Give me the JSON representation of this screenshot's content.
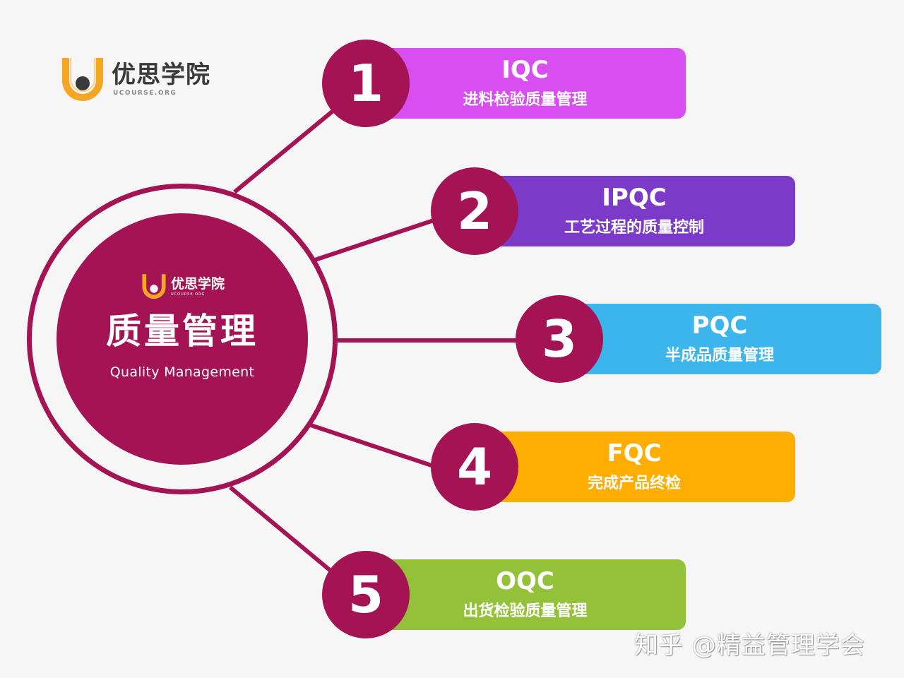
{
  "logo": {
    "name": "优思学院",
    "sub": "UCOURSE.ORG",
    "colors": {
      "u_mark": "#f5a623",
      "dot": "#3a3a3a"
    }
  },
  "center": {
    "brand_name": "优思学院",
    "brand_sub": "UCOURSE.ORG",
    "title": "质量管理",
    "subtitle": "Quality Management",
    "color": "#a41455"
  },
  "items": [
    {
      "number": "1",
      "code": "IQC",
      "desc": "进料检验质量管理",
      "color": "#d94ef0"
    },
    {
      "number": "2",
      "code": "IPQC",
      "desc": "工艺过程的质量控制",
      "color": "#7b3bc8"
    },
    {
      "number": "3",
      "code": "PQC",
      "desc": "半成品质量管理",
      "color": "#3cb4ec"
    },
    {
      "number": "4",
      "code": "FQC",
      "desc": "完成产品终检",
      "color": "#ffae00"
    },
    {
      "number": "5",
      "code": "OQC",
      "desc": "出货检验质量管理",
      "color": "#93c13a"
    }
  ],
  "footer": {
    "text": "知乎 @精益管理学会"
  }
}
